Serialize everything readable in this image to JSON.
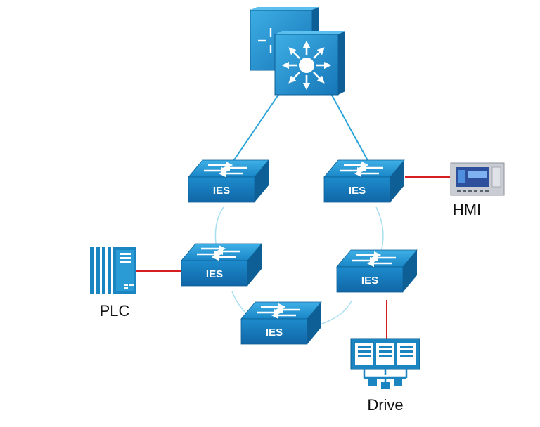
{
  "diagram": {
    "colors": {
      "switch_top": "#1f8fd0",
      "switch_front": "#1577b8",
      "switch_side": "#0d5f96",
      "uplink": "#2aa4d8",
      "ring": "#a8dff0",
      "device_link": "#d61f1f",
      "device": "#1a85c0"
    },
    "core": {
      "name": "core-switch-stack"
    },
    "switches": [
      {
        "id": "ies-1",
        "label": "IES"
      },
      {
        "id": "ies-2",
        "label": "IES"
      },
      {
        "id": "ies-3",
        "label": "IES"
      },
      {
        "id": "ies-4",
        "label": "IES"
      },
      {
        "id": "ies-5",
        "label": "IES"
      }
    ],
    "devices": {
      "hmi": {
        "label": "HMI",
        "icon": "hmi-panel-icon"
      },
      "plc": {
        "label": "PLC",
        "icon": "plc-rack-icon"
      },
      "drive": {
        "label": "Drive",
        "icon": "drive-unit-icon"
      }
    }
  }
}
